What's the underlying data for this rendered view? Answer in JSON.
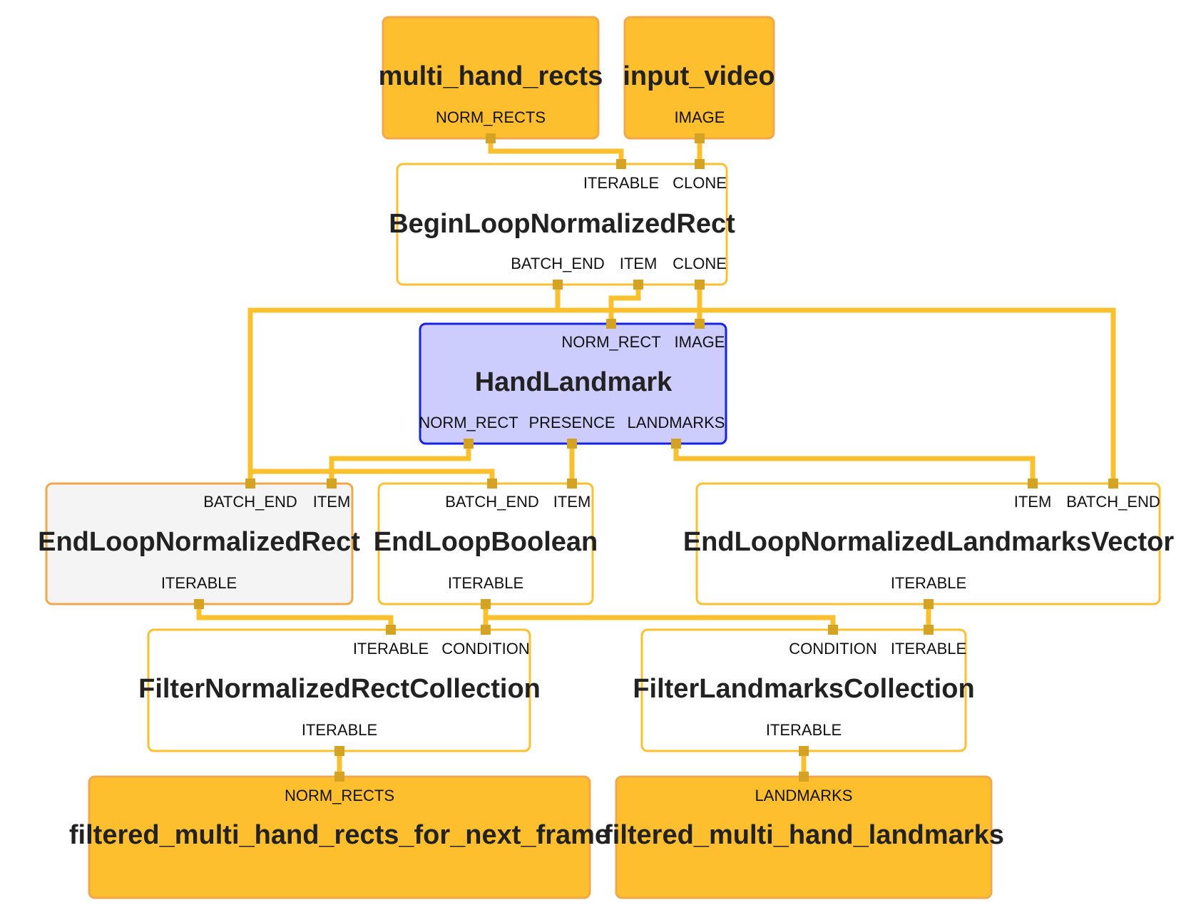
{
  "colors": {
    "io_fill": "#fdbf2d",
    "io_border": "#f2a84a",
    "calc_border": "#fbc02d",
    "calc_fill": "#ffffff",
    "subgraph_fill": "#f4f4f4",
    "subgraph_border": "#f2a84a",
    "selected_fill": "#cccdfd",
    "selected_border": "#1622e6",
    "edge": "#fbc02d",
    "port": "#d4a324"
  },
  "nodes": {
    "multi_hand_rects": {
      "title": "multi_hand_rects",
      "outputs": [
        "NORM_RECTS"
      ]
    },
    "input_video": {
      "title": "input_video",
      "outputs": [
        "IMAGE"
      ]
    },
    "begin_loop": {
      "title": "BeginLoopNormalizedRect",
      "inputs": [
        "ITERABLE",
        "CLONE"
      ],
      "outputs": [
        "BATCH_END",
        "ITEM",
        "CLONE"
      ]
    },
    "hand_landmark": {
      "title": "HandLandmark",
      "inputs": [
        "NORM_RECT",
        "IMAGE"
      ],
      "outputs": [
        "NORM_RECT",
        "PRESENCE",
        "LANDMARKS"
      ]
    },
    "end_loop_rect": {
      "title": "EndLoopNormalizedRect",
      "inputs": [
        "BATCH_END",
        "ITEM"
      ],
      "outputs": [
        "ITERABLE"
      ]
    },
    "end_loop_bool": {
      "title": "EndLoopBoolean",
      "inputs": [
        "BATCH_END",
        "ITEM"
      ],
      "outputs": [
        "ITERABLE"
      ]
    },
    "end_loop_landmarks": {
      "title": "EndLoopNormalizedLandmarksVector",
      "inputs": [
        "ITEM",
        "BATCH_END"
      ],
      "outputs": [
        "ITERABLE"
      ]
    },
    "filter_rect": {
      "title": "FilterNormalizedRectCollection",
      "inputs": [
        "ITERABLE",
        "CONDITION"
      ],
      "outputs": [
        "ITERABLE"
      ]
    },
    "filter_landmarks": {
      "title": "FilterLandmarksCollection",
      "inputs": [
        "CONDITION",
        "ITERABLE"
      ],
      "outputs": [
        "ITERABLE"
      ]
    },
    "out_rects": {
      "title": "filtered_multi_hand_rects_for_next_frame",
      "inputs": [
        "NORM_RECTS"
      ]
    },
    "out_landmarks": {
      "title": "filtered_multi_hand_landmarks",
      "inputs": [
        "LANDMARKS"
      ]
    }
  }
}
